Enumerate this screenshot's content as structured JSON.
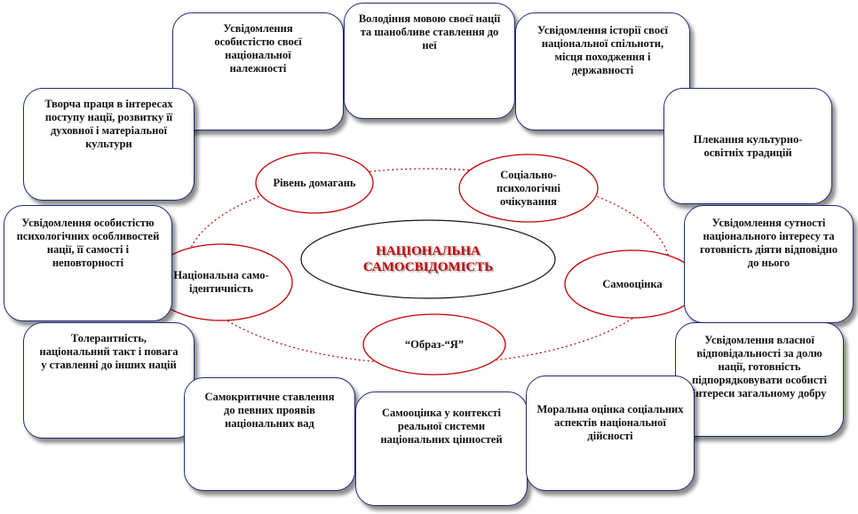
{
  "center": {
    "label": "НАЦІОНАЛЬНА САМОСВІДОМІСТЬ"
  },
  "ellipses": {
    "aspirations": "Рівень домагань",
    "expectations": "Соціально-психологічні очікування",
    "self_esteem": "Самооцінка",
    "self_image": "“Образ-“Я”",
    "identity": "Національна само-ідентичність"
  },
  "boxes": {
    "personal_belonging": "Усвідомлення особистістю своєї національної належності",
    "language": "Володіння мовою своєї нації та шанобливе ставлення до неї",
    "history": "Усвідомлення історії своєї національної спільноти, місця походження і державності",
    "creative_work": "Творча праця в інтересах поступу нації, розвитку її духовної і матеріальної культури",
    "traditions": "Плекання культурно-освітніх традицій",
    "psych_features": "Усвідомлення особистістю психологічних особливостей нації, її самості і неповторності",
    "national_interest": "Усвідомлення сутності національного інтересу та готовність діяти відповідно до нього",
    "tolerance": "Толерантність, національний такт і повага у ставленні до інших націй",
    "responsibility": "Усвідомлення власної відповідальності за долю нації, готовність підпорядковувати особисті інтереси загальному добру",
    "self_criticism": "Самокритичне ставлення до певних проявів національних вад",
    "value_system": "Самооцінка у контексті реальної системи національних цінностей",
    "moral_assessment": "Моральна оцінка соціальних аспектів національної дійсності"
  },
  "colors": {
    "box_border": "#1f2a78",
    "ellipse_border": "#c00000",
    "connector": "#c00000",
    "center_text": "#c00000"
  }
}
